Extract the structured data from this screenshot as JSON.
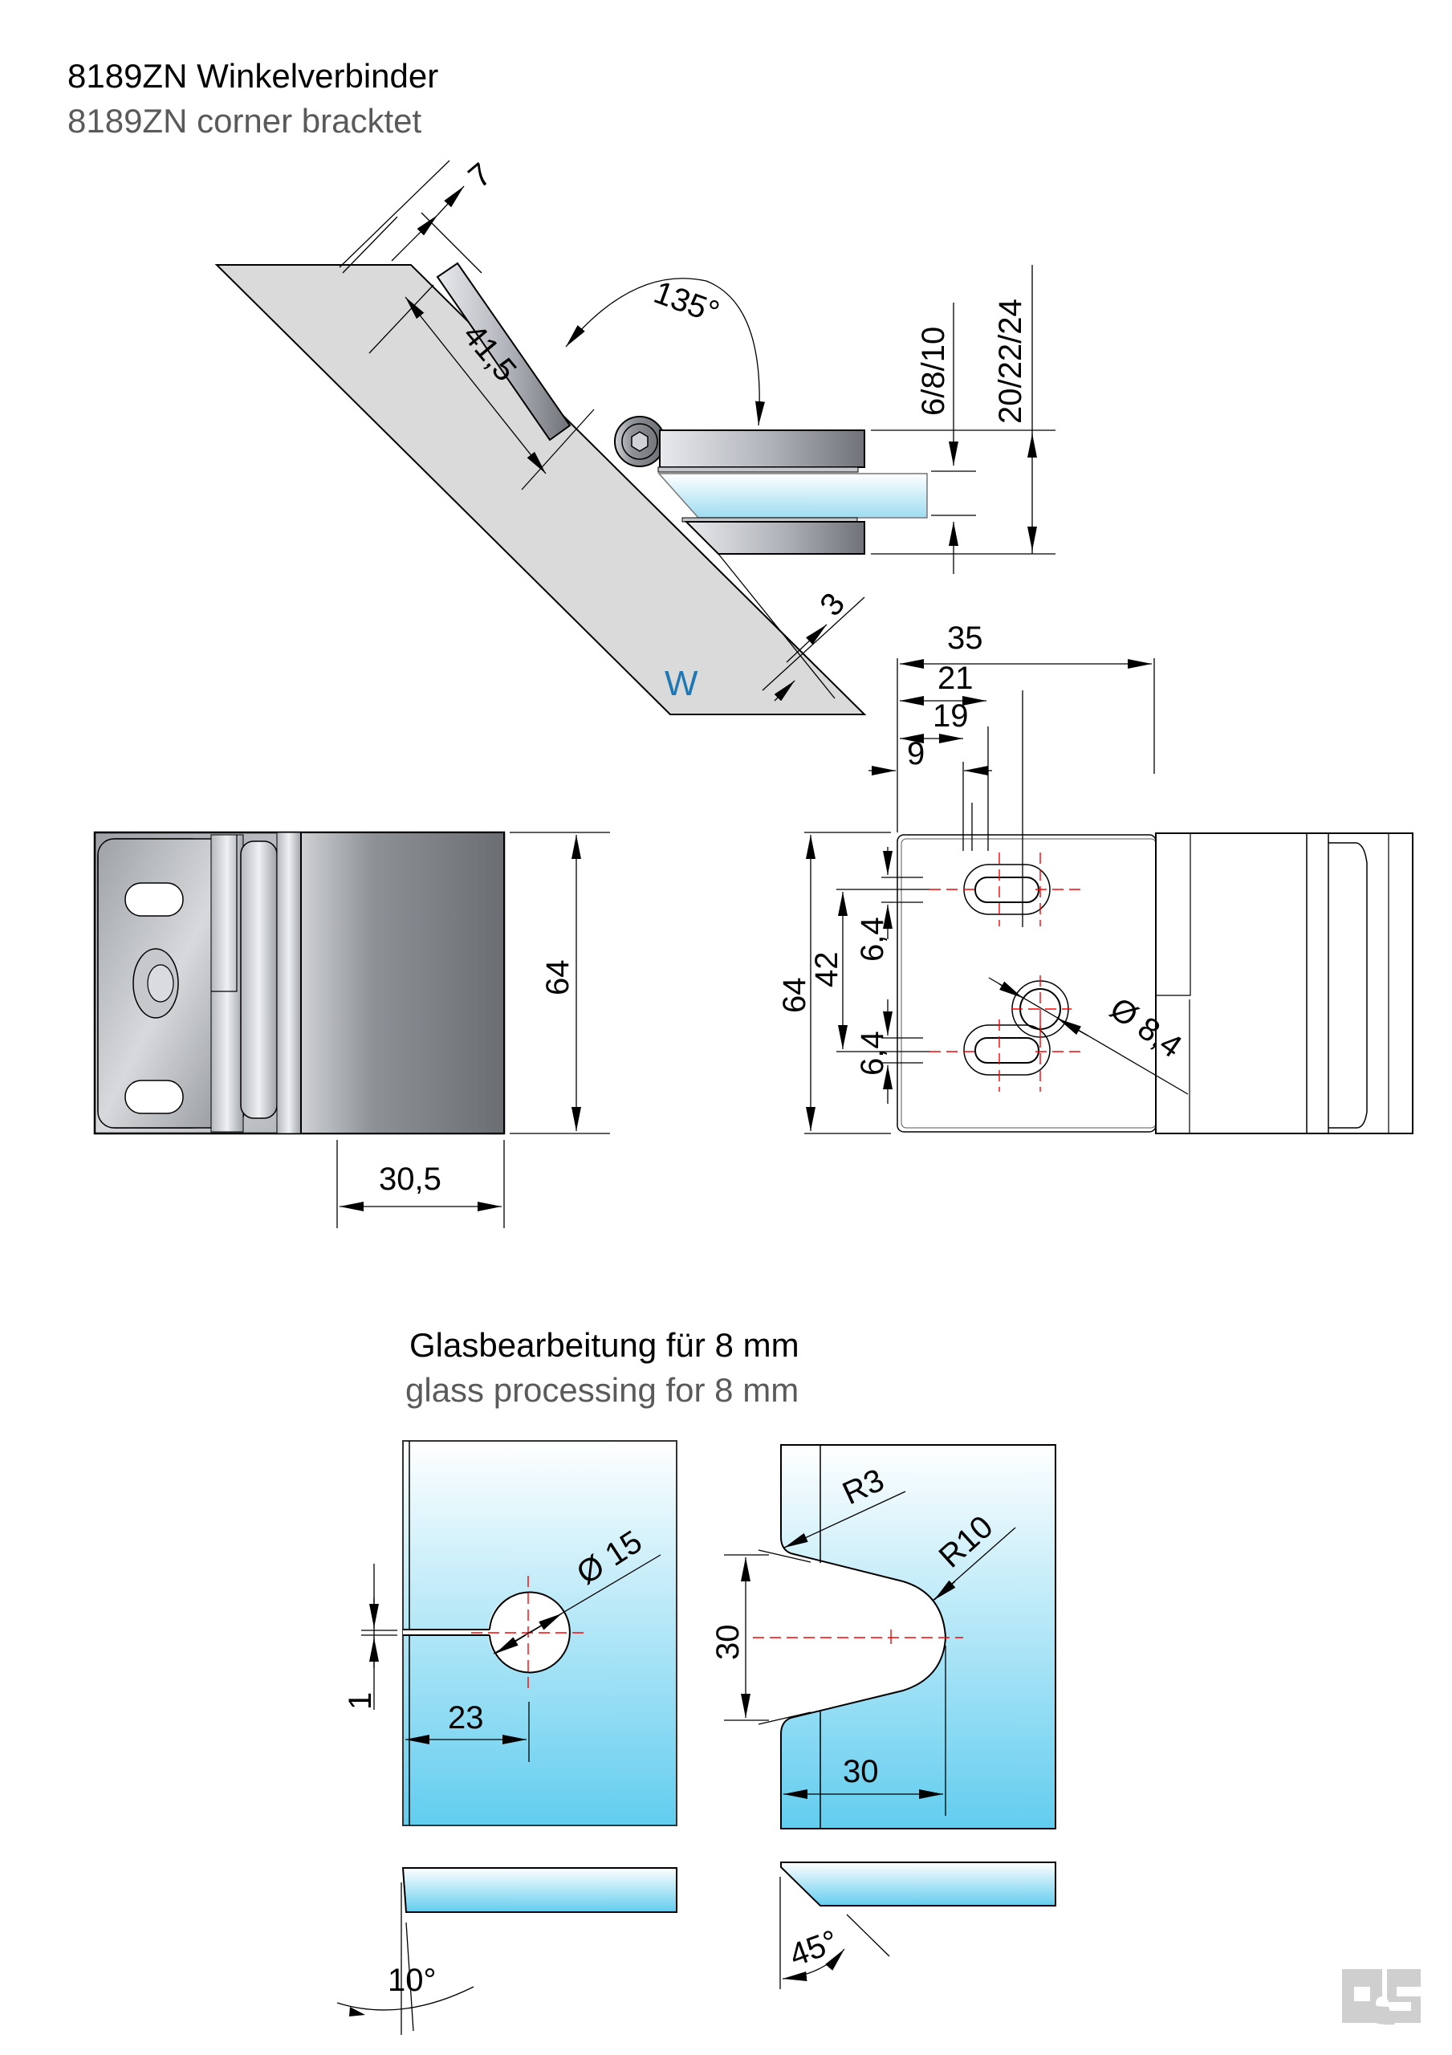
{
  "header": {
    "title_de": "8189ZN Winkelverbinder",
    "title_en": "8189ZN corner bracktet"
  },
  "top_view": {
    "dim_gap_top": "7",
    "dim_plate_length": "41,5",
    "dim_angle": "135°",
    "dim_gap_bottom": "3",
    "wall_label": "W",
    "wall_label_color": "#1f78b4",
    "dim_glass_thickness": "6/8/10",
    "dim_clamp_height": "20/22/24"
  },
  "front_view": {
    "dim_height": "64",
    "dim_width": "30,5"
  },
  "side_view": {
    "dim_total_width": "35",
    "dim_slot_right": "21",
    "dim_hole_center": "19",
    "dim_slot_left": "9",
    "dim_height": "64",
    "dim_slot_spacing": "42",
    "dim_slot_top": "6,4",
    "dim_slot_bottom": "6,4",
    "dim_hole_diameter": "Ø 8,4"
  },
  "glass_processing": {
    "title_de": "Glasbearbeitung für 8 mm",
    "title_en": "glass processing for 8 mm",
    "variant_a": {
      "dim_hole_diameter": "Ø 15",
      "dim_slot_width": "1",
      "dim_hole_offset": "23",
      "dim_edge_angle": "10°"
    },
    "variant_b": {
      "dim_radius_small": "R3",
      "dim_radius_large": "R10",
      "dim_notch_height": "30",
      "dim_notch_depth": "30",
      "dim_edge_angle": "45°"
    }
  },
  "logo": {
    "text": "RS",
    "color": "#cfcfcf"
  }
}
